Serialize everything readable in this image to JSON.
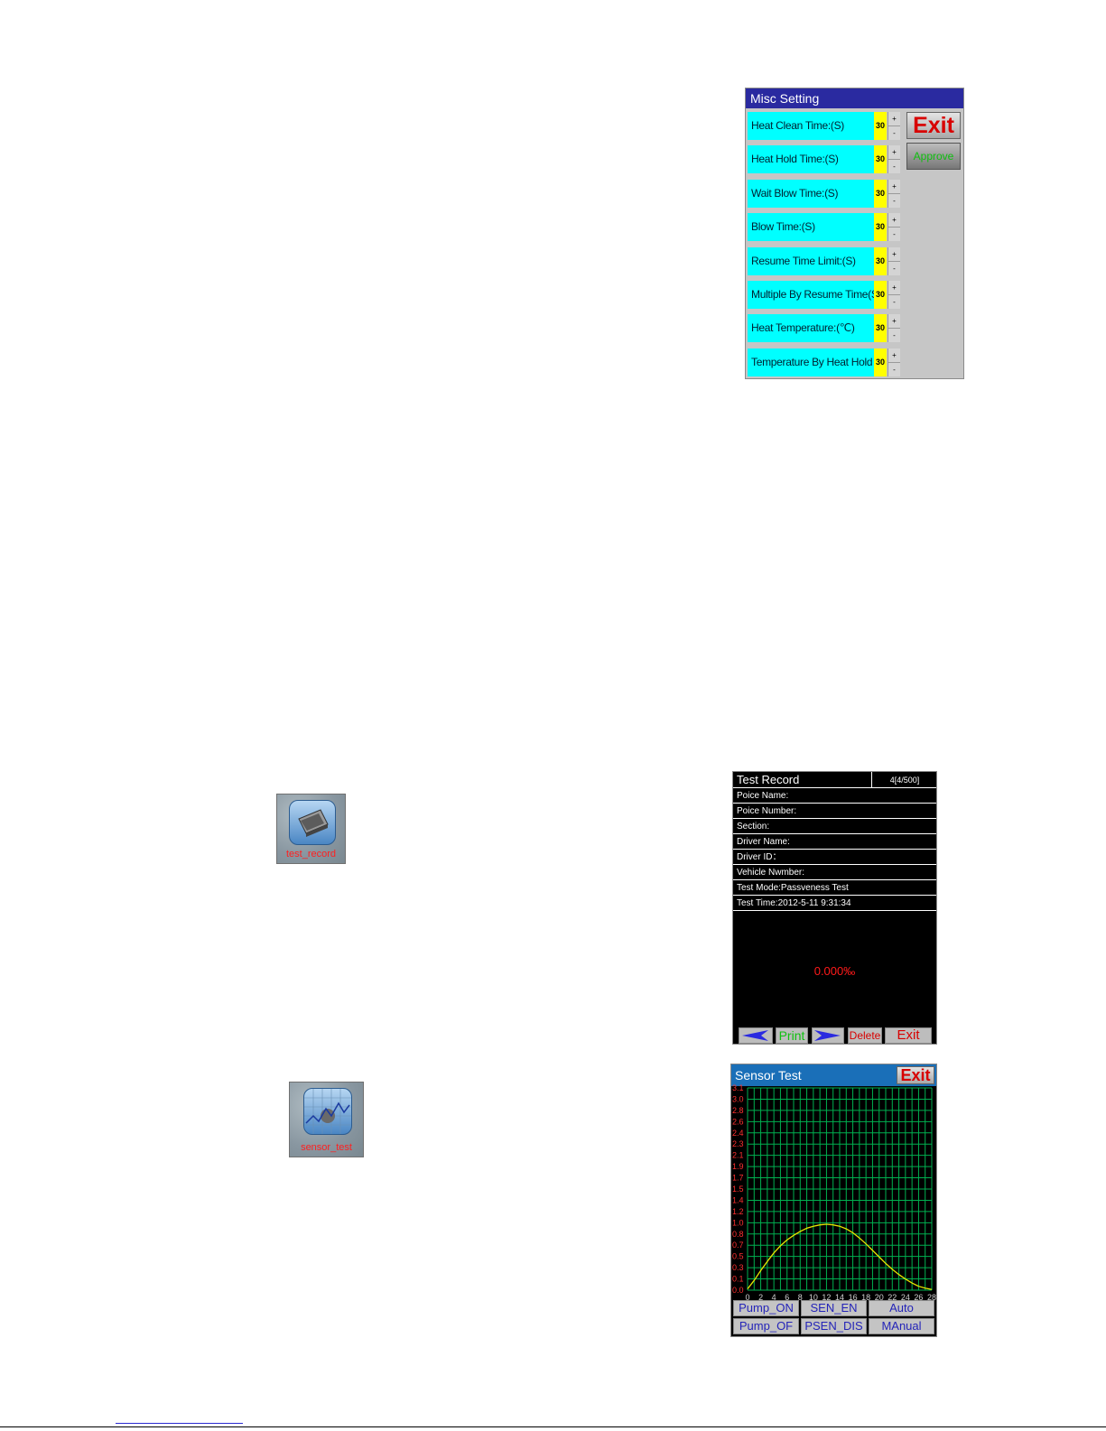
{
  "misc_setting": {
    "title": "Misc Setting",
    "rows": [
      {
        "label": "Heat Clean Time:(S)",
        "value": "30"
      },
      {
        "label": "Heat Hold  Time:(S)",
        "value": "30"
      },
      {
        "label": "Wait Blow Time:(S)",
        "value": "30"
      },
      {
        "label": "Blow Time:(S)",
        "value": "30"
      },
      {
        "label": "Resume Time Limit:(S)",
        "value": "30"
      },
      {
        "label": "Multiple By Resume Time(S",
        "value": "30"
      },
      {
        "label": "Heat Temperature:(℃)",
        "value": "30"
      },
      {
        "label": "Temperature By Heat Hold",
        "value": "30"
      }
    ],
    "plus": "+",
    "minus": "-",
    "exit_label": "Exit",
    "approve_label": "Approve"
  },
  "icons": {
    "test_record": "test_record",
    "sensor_test": "sensor_test"
  },
  "test_record": {
    "title": "Test Record",
    "count": "4[4/500]",
    "rows": [
      "Poice Name:",
      "Poice Number:",
      "Section:",
      "Driver Name:",
      "Driver ID：",
      "Vehicle Nwmber:",
      "Test Mode:Passveness Test",
      "Test Time:2012-5-11 9:31:34"
    ],
    "reading": "0.000‰",
    "print_label": "Print",
    "delete_label": "Delete",
    "exit_label": "Exit",
    "colors": {
      "reading": "#ff1a1a",
      "arrow": "#2a2ae0",
      "print": "#10c010",
      "delete": "#d80000"
    }
  },
  "sensor_test": {
    "title": "Sensor Test",
    "exit_label": "Exit",
    "buttons": [
      "Pump_ON",
      "SEN_EN",
      "Auto",
      "Pump_OF",
      "PSEN_DIS",
      "MAnual"
    ],
    "colors": {
      "grid": "#00b050",
      "curve": "#e6e600",
      "tick": "#ff3030",
      "xtick": "#d0d0d0"
    }
  },
  "chart_data": {
    "type": "line",
    "title": "",
    "xlabel": "",
    "ylabel": "",
    "x_ticks": [
      "0",
      "2",
      "4",
      "6",
      "8",
      "10",
      "12",
      "14",
      "16",
      "18",
      "20",
      "22",
      "24",
      "26",
      "28"
    ],
    "y_ticks": [
      "0.0",
      "0.1",
      "0.3",
      "0.5",
      "0.7",
      "0.8",
      "1.0",
      "1.2",
      "1.4",
      "1.5",
      "1.7",
      "1.9",
      "2.1",
      "2.3",
      "2.4",
      "2.6",
      "2.8",
      "3.0",
      "3.1"
    ],
    "xlim": [
      0,
      28
    ],
    "ylim": [
      0,
      3.1
    ],
    "grid": true,
    "series": [
      {
        "x": [
          0,
          1,
          2,
          3,
          4,
          5,
          6,
          7,
          8,
          9,
          10,
          11,
          12,
          13,
          14,
          15,
          16,
          17,
          18,
          19,
          20,
          21,
          22,
          23,
          24,
          25,
          26,
          27,
          28
        ],
        "y": [
          0.02,
          0.15,
          0.3,
          0.44,
          0.57,
          0.68,
          0.77,
          0.84,
          0.9,
          0.95,
          0.98,
          1.0,
          1.01,
          1.0,
          0.98,
          0.94,
          0.88,
          0.8,
          0.71,
          0.61,
          0.51,
          0.41,
          0.32,
          0.24,
          0.17,
          0.11,
          0.06,
          0.03,
          0.01
        ]
      }
    ]
  }
}
